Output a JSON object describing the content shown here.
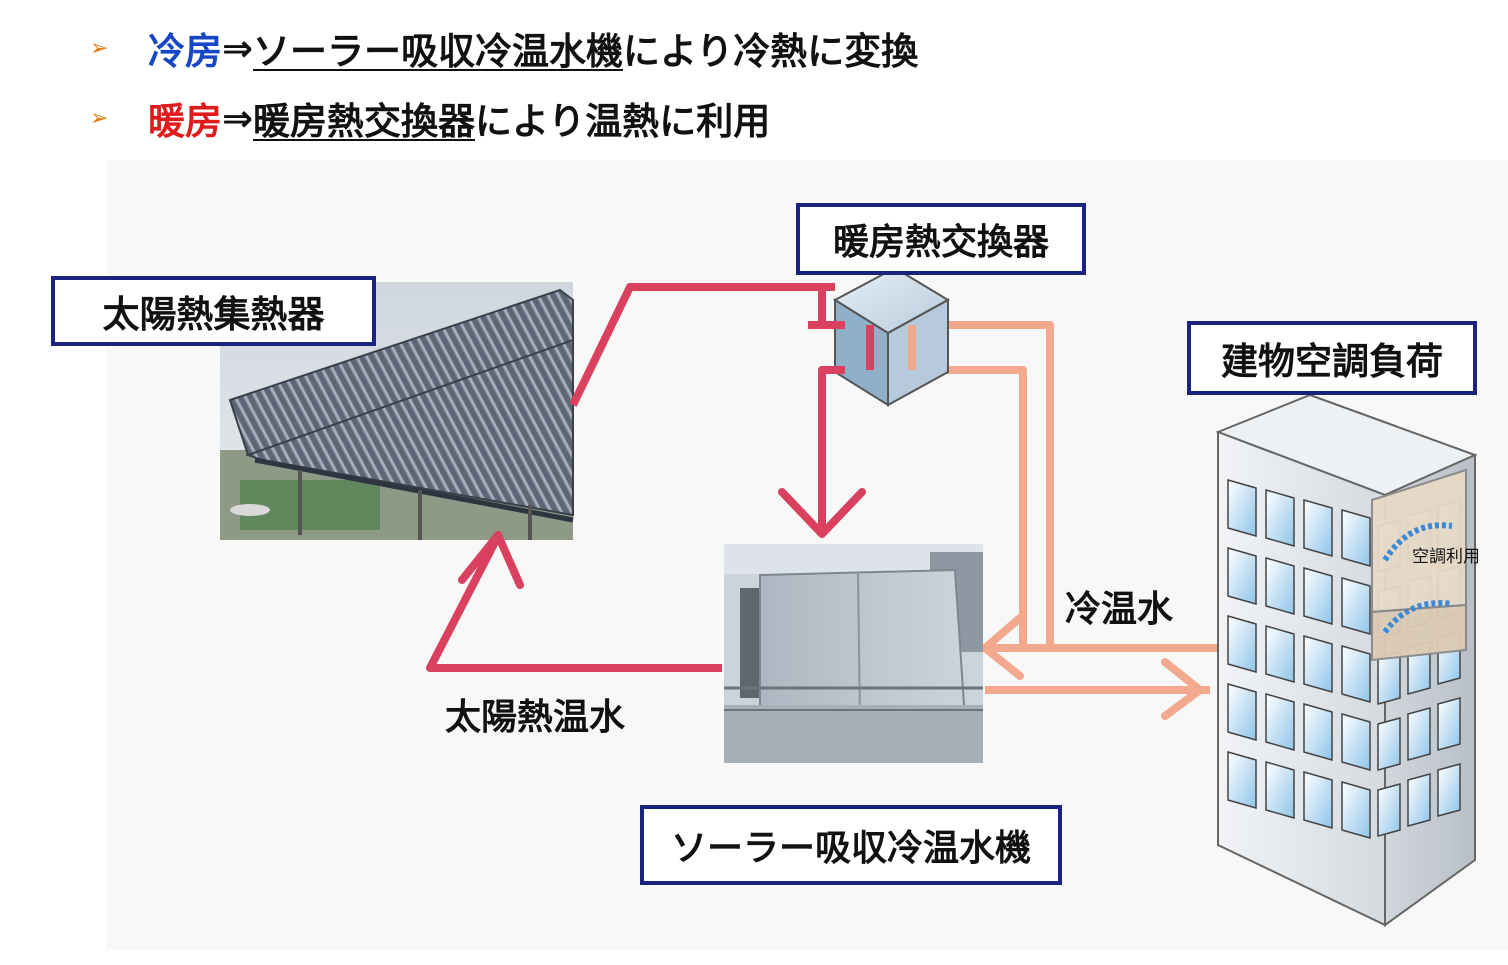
{
  "bullets": [
    {
      "marker": "➢",
      "keyword": "冷房",
      "keyword_color": "#1747c4",
      "arrow": "⇒",
      "target": "ソーラー吸収冷温水機",
      "rest": "により冷熱に変換"
    },
    {
      "marker": "➢",
      "keyword": "暖房",
      "keyword_color": "#e01b1b",
      "arrow": "⇒",
      "target": "暖房熱交換器",
      "rest": "により温熱に利用"
    }
  ],
  "diagram": {
    "solar_collector_label": "太陽熱集熱器",
    "heat_exchanger_label": "暖房熱交換器",
    "building_load_label": "建物空調負荷",
    "chiller_label": "ソーラー吸収冷温水機",
    "solar_hot_water_label": "太陽熱温水",
    "chilled_hot_water_label": "冷温水",
    "ac_use_label": "空調利用",
    "colors": {
      "solar_loop": "#d9415f",
      "building_loop": "#f2a98e",
      "label_border": "#1a237e"
    }
  }
}
